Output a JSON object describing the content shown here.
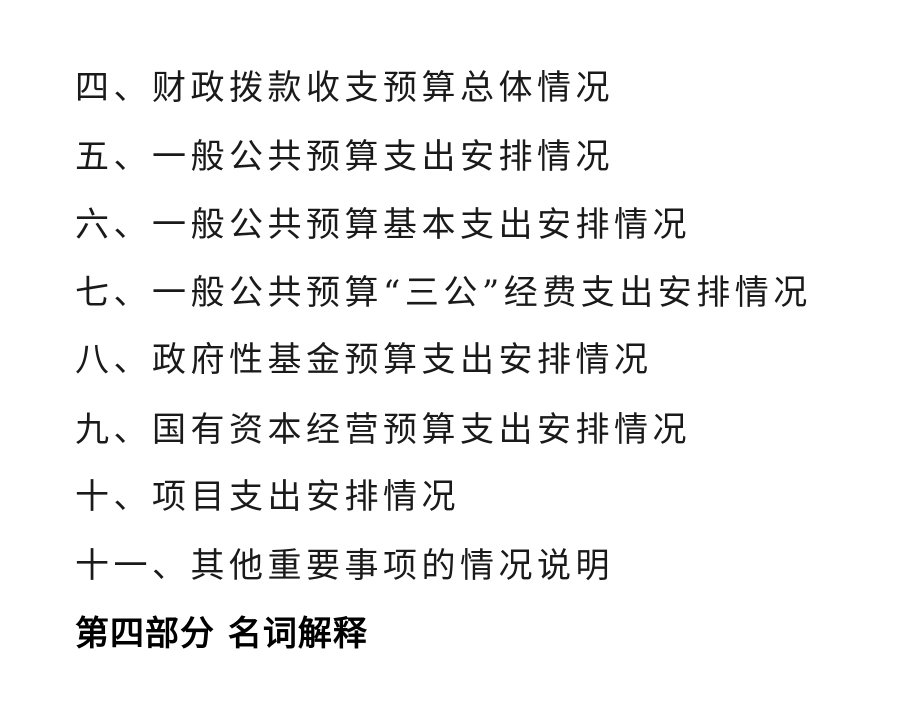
{
  "items": [
    "四、财政拨款收支预算总体情况",
    "五、一般公共预算支出安排情况",
    "六、一般公共预算基本支出安排情况",
    "七、一般公共预算“三公”经费支出安排情况",
    "八、政府性基金预算支出安排情况",
    "九、国有资本经营预算支出安排情况",
    "十、项目支出安排情况",
    "十一、其他重要事项的情况说明"
  ],
  "section_heading": "第四部分  名词解释"
}
